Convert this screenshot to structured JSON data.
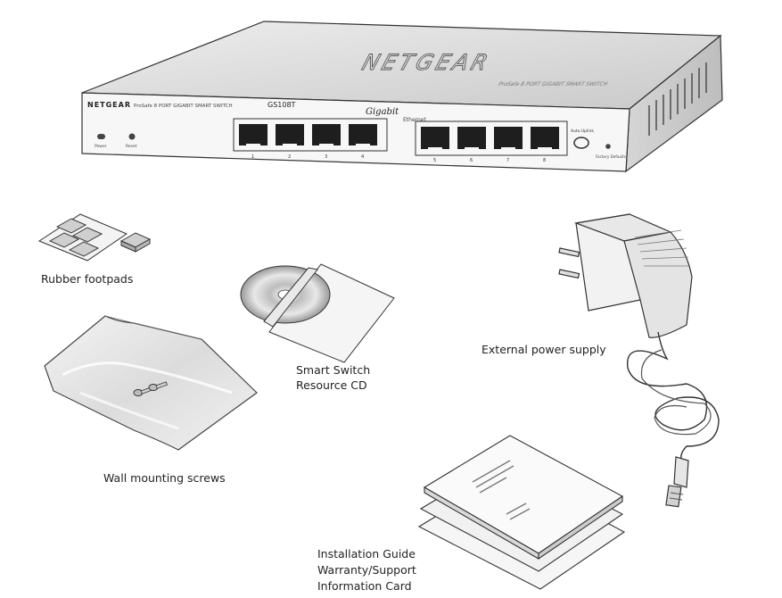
{
  "switch": {
    "brand": "NETGEAR",
    "model_line": "ProSafe 8 PORT GIGABIT SMART SWITCH",
    "model": "GS108T",
    "logo_text": "NETGEAR",
    "gigabit": "Gigabit",
    "ethernet": "Ethernet",
    "power_label": "Power",
    "reset_label": "Reset",
    "auto_uplink_label": "Auto Uplink",
    "factory_defaults_label": "Factory Defaults",
    "port_numbers": [
      "1",
      "2",
      "3",
      "4",
      "5",
      "6",
      "7",
      "8"
    ]
  },
  "items": {
    "footpads_label": "Rubber footpads",
    "cd_label_line1": "Smart Switch",
    "cd_label_line2": "Resource CD",
    "power_supply_label": "External power supply",
    "screws_label": "Wall mounting screws",
    "docs_label_line1": "Installation Guide",
    "docs_label_line2": "Warranty/Support",
    "docs_label_line3": "Information Card"
  }
}
